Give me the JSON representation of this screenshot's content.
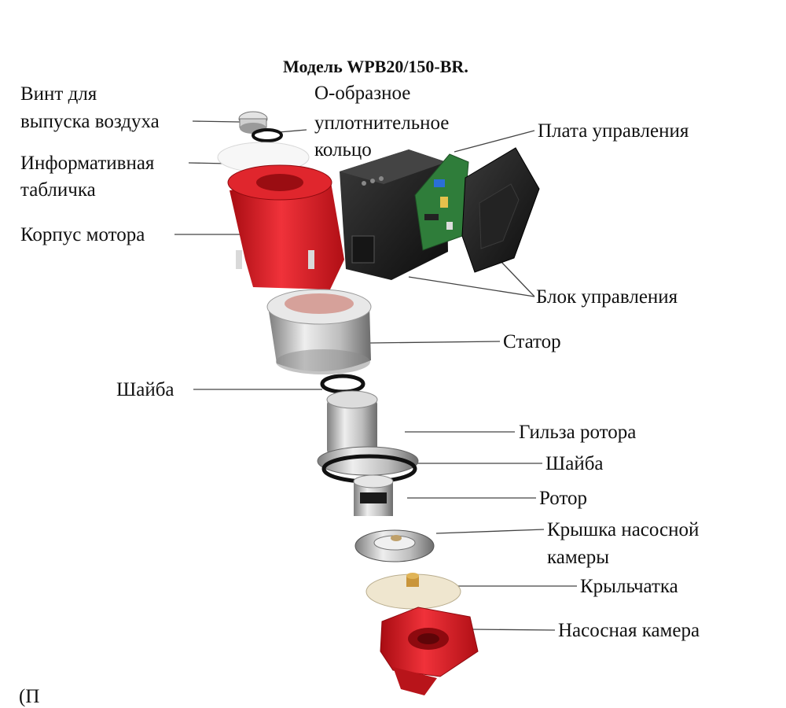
{
  "title": "Модель WPB20/150-BR.",
  "labels": {
    "air_screw_1": "Винт для",
    "air_screw_2": "выпуска воздуха",
    "oring_1": "О-образное",
    "oring_2": "уплотнительное",
    "oring_3": "кольцо",
    "info_plate_1": "Информативная",
    "info_plate_2": "табличка",
    "motor_housing": "Корпус мотора",
    "control_board": "Плата управления",
    "control_unit": "Блок управления",
    "stator": "Статор",
    "washer_1": "Шайба",
    "rotor_sleeve": "Гильза ротора",
    "washer_2": "Шайба",
    "rotor": "Ротор",
    "chamber_cover_1": "Крышка насосной",
    "chamber_cover_2": "камеры",
    "impeller": "Крыльчатка",
    "pump_chamber": "Насосная камера"
  },
  "footer_fragment": "(П",
  "colors": {
    "red": "#d8161c",
    "dark": "#1c1c1c",
    "board": "#2f7d3a",
    "steel": "#c8c8c8"
  }
}
